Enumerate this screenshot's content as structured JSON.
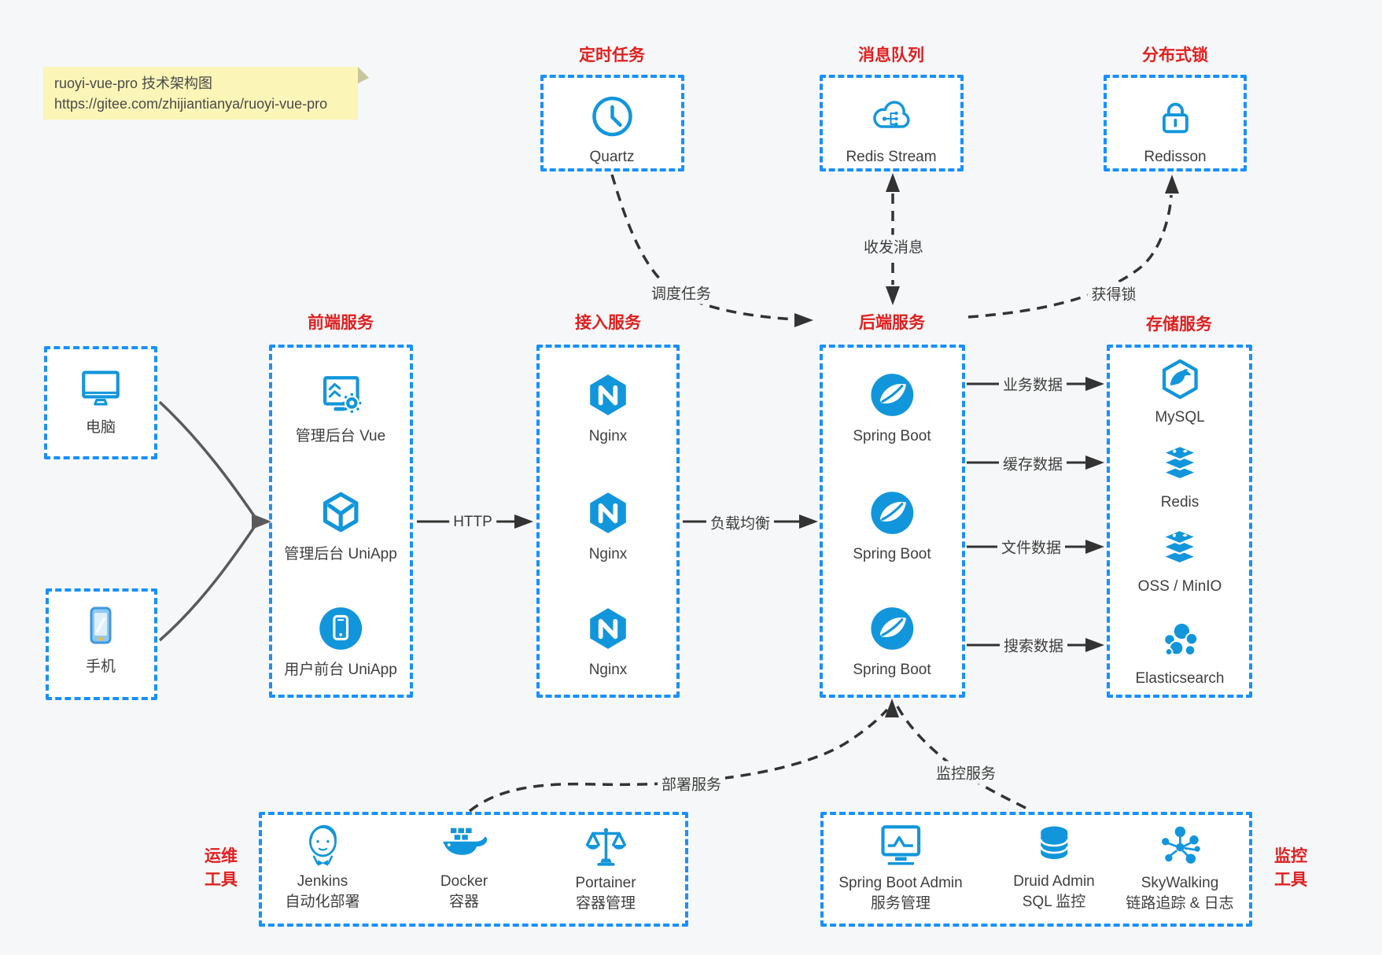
{
  "note": {
    "line1": "ruoyi-vue-pro 技术架构图",
    "line2": "https://gitee.com/zhijiantianya/ruoyi-vue-pro"
  },
  "top_groups": [
    {
      "title": "定时任务",
      "item": {
        "icon": "clock-icon",
        "label": "Quartz"
      }
    },
    {
      "title": "消息队列",
      "item": {
        "icon": "cloud-stream-icon",
        "label": "Redis Stream"
      }
    },
    {
      "title": "分布式锁",
      "item": {
        "icon": "lock-icon",
        "label": "Redisson"
      }
    }
  ],
  "devices": [
    {
      "icon": "desktop-icon",
      "label": "电脑"
    },
    {
      "icon": "smartphone-icon",
      "label": "手机"
    }
  ],
  "columns": [
    {
      "title": "前端服务",
      "items": [
        {
          "icon": "admin-vue-icon",
          "label": "管理后台 Vue"
        },
        {
          "icon": "uniapp-cube-icon",
          "label": "管理后台 UniApp"
        },
        {
          "icon": "user-app-icon",
          "label": "用户前台 UniApp"
        }
      ]
    },
    {
      "title": "接入服务",
      "items": [
        {
          "icon": "nginx-icon",
          "label": "Nginx"
        },
        {
          "icon": "nginx-icon",
          "label": "Nginx"
        },
        {
          "icon": "nginx-icon",
          "label": "Nginx"
        }
      ]
    },
    {
      "title": "后端服务",
      "items": [
        {
          "icon": "spring-icon",
          "label": "Spring Boot"
        },
        {
          "icon": "spring-icon",
          "label": "Spring Boot"
        },
        {
          "icon": "spring-icon",
          "label": "Spring Boot"
        }
      ]
    },
    {
      "title": "存储服务",
      "items": [
        {
          "icon": "mysql-icon",
          "label": "MySQL"
        },
        {
          "icon": "redis-stack-icon",
          "label": "Redis"
        },
        {
          "icon": "storage-stack-icon",
          "label": "OSS / MinIO"
        },
        {
          "icon": "elasticsearch-icon",
          "label": "Elasticsearch"
        }
      ]
    }
  ],
  "edge_labels": {
    "http": "HTTP",
    "load_balance": "负载均衡",
    "schedule": "调度任务",
    "message": "收发消息",
    "lock": "获得锁",
    "business_data": "业务数据",
    "cache_data": "缓存数据",
    "file_data": "文件数据",
    "search_data": "搜索数据",
    "deploy": "部署服务",
    "monitor": "监控服务"
  },
  "bottom_groups": [
    {
      "side_label_line1": "运维",
      "side_label_line2": "工具",
      "items": [
        {
          "icon": "jenkins-icon",
          "label": "Jenkins",
          "sublabel": "自动化部署"
        },
        {
          "icon": "docker-icon",
          "label": "Docker",
          "sublabel": "容器"
        },
        {
          "icon": "portainer-icon",
          "label": "Portainer",
          "sublabel": "容器管理"
        }
      ]
    },
    {
      "side_label_line1": "监控",
      "side_label_line2": "工具",
      "items": [
        {
          "icon": "monitor-chart-icon",
          "label": "Spring Boot Admin",
          "sublabel": "服务管理"
        },
        {
          "icon": "database-icon",
          "label": "Druid Admin",
          "sublabel": "SQL 监控"
        },
        {
          "icon": "topology-icon",
          "label": "SkyWalking",
          "sublabel": "链路追踪 & 日志"
        }
      ]
    }
  ],
  "colors": {
    "box_border": "#1890ff",
    "icon_blue": "#1296db",
    "title_red": "#e02020",
    "arrow_dark": "#333333",
    "device_arrow_gray": "#5a5a5a",
    "note_bg": "#fbf5b7",
    "canvas_bg": "#f6f7f8"
  }
}
